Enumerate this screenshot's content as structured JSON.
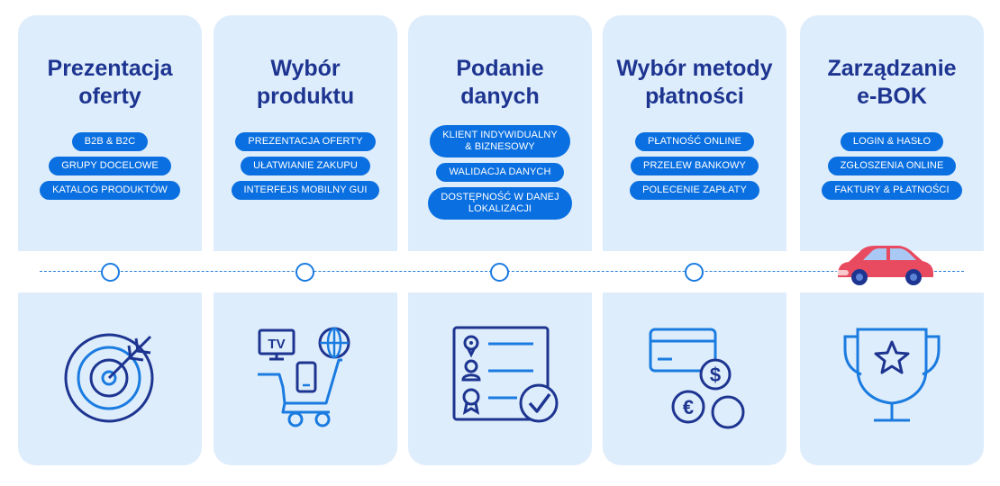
{
  "steps": [
    {
      "title": "Prezentacja\noferty",
      "tags": [
        "B2B & B2C",
        "GRUPY DOCELOWE",
        "KATALOG PRODUKTÓW"
      ],
      "icon": "target-icon"
    },
    {
      "title": "Wybór\nproduktu",
      "tags": [
        "PREZENTACJA OFERTY",
        "UŁATWIANIE ZAKUPU",
        "INTERFEJS MOBILNY GUI"
      ],
      "icon": "shopping-cart-icon",
      "tv_label": "TV"
    },
    {
      "title": "Podanie\ndanych",
      "tags": [
        "KLIENT INDYWIDUALNY\n& BIZNESOWY",
        "WALIDACJA DANYCH",
        "DOSTĘPNOŚĆ W DANEJ\nLOKALIZACJI"
      ],
      "icon": "form-check-icon"
    },
    {
      "title": "Wybór metody\npłatności",
      "tags": [
        "PŁATNOŚĆ ONLINE",
        "PRZELEW BANKOWY",
        "POLECENIE ZAPŁATY"
      ],
      "icon": "payment-icon"
    },
    {
      "title": "Zarządzanie\ne-BOK",
      "tags": [
        "LOGIN & HASŁO",
        "ZGŁOSZENIA ONLINE",
        "FAKTURY & PŁATNOŚCI"
      ],
      "icon": "trophy-icon"
    }
  ],
  "colors": {
    "card": "#deedfb",
    "title": "#1d3591",
    "pill": "#0a6fe0",
    "line": "#2a7fd8",
    "car": "#e84a5f"
  }
}
